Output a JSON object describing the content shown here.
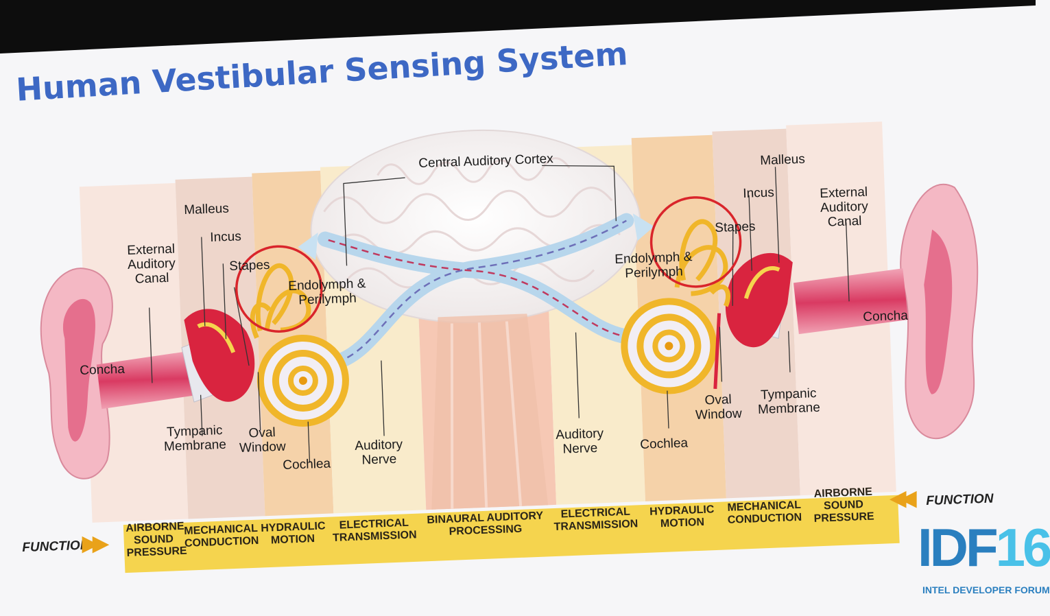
{
  "title": "Human Vestibular Sensing System",
  "left_labels": {
    "external_auditory_canal": "External\nAuditory\nCanal",
    "malleus": "Malleus",
    "incus": "Incus",
    "stapes": "Stapes",
    "endolymph": "Endolymph &\nPerilymph",
    "concha": "Concha",
    "tympanic_membrane": "Tympanic\nMembrane",
    "oval_window": "Oval\nWindow",
    "cochlea": "Cochlea",
    "auditory_nerve": "Auditory\nNerve"
  },
  "center_label": "Central Auditory Cortex",
  "right_labels": {
    "malleus": "Malleus",
    "incus": "Incus",
    "external_auditory_canal": "External\nAuditory\nCanal",
    "stapes": "Stapes",
    "endolymph": "Endolymph &\nPerilymph",
    "concha": "Concha",
    "oval_window": "Oval\nWindow",
    "tympanic_membrane": "Tympanic\nMembrane",
    "cochlea": "Cochlea",
    "auditory_nerve": "Auditory\nNerve"
  },
  "function_label": "FUNCTION",
  "functions": [
    "AIRBORNE\nSOUND\nPRESSURE",
    "MECHANICAL\nCONDUCTION",
    "HYDRAULIC\nMOTION",
    "ELECTRICAL\nTRANSMISSION",
    "BINAURAL AUDITORY\nPROCESSING",
    "ELECTRICAL\nTRANSMISSION",
    "HYDRAULIC\nMOTION",
    "MECHANICAL\nCONDUCTION",
    "AIRBORNE\nSOUND\nPRESSURE"
  ],
  "logo": {
    "text": "IDF",
    "num": "16",
    "sub": "INTEL DEVELOPER FORUM"
  },
  "colors": {
    "title": "#3d68c4",
    "function_bar": "#f5d44e",
    "ear": "#e0416a",
    "cochlea": "#f0b62a",
    "nerve": "#b7d6ec",
    "highlight_circle": "#d9252b"
  }
}
